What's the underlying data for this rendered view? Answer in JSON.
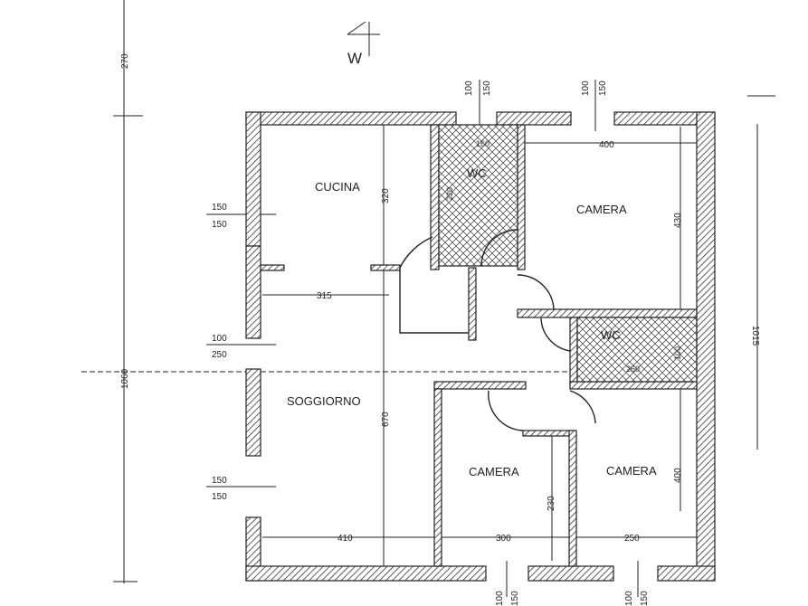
{
  "rooms": {
    "cucina": "CUCINA",
    "wc_top": "WC",
    "camera_top": "CAMERA",
    "wc_mid": "WC",
    "soggiorno": "SOGGIORNO",
    "camera_bottom_left": "CAMERA",
    "camera_bottom_right": "CAMERA"
  },
  "north": {
    "letter": "W"
  },
  "dimensions": {
    "left_total": "1060",
    "left_top": "270",
    "right_total": "1015",
    "cucina_h": "320",
    "soggiorno_h": "670",
    "camera_top_h": "430",
    "camera_top_w": "400",
    "cucina_w": "315",
    "soggiorno_w": "410",
    "camera_bl_w": "300",
    "camera_br_w": "250",
    "camera_bl_h": "230",
    "camera_br_h": "400",
    "wc_top_w": "160",
    "wc_top_h": "220",
    "wc_mid_w": "260",
    "wc_mid_h": "100"
  },
  "windows": {
    "left_1a": "150",
    "left_1b": "150",
    "left_2a": "100",
    "left_2b": "250",
    "left_3a": "150",
    "left_3b": "150",
    "top_1a": "100",
    "top_1b": "150",
    "top_2a": "100",
    "top_2b": "150",
    "bottom_1a": "100",
    "bottom_1b": "150",
    "bottom_2a": "100",
    "bottom_2b": "150"
  }
}
